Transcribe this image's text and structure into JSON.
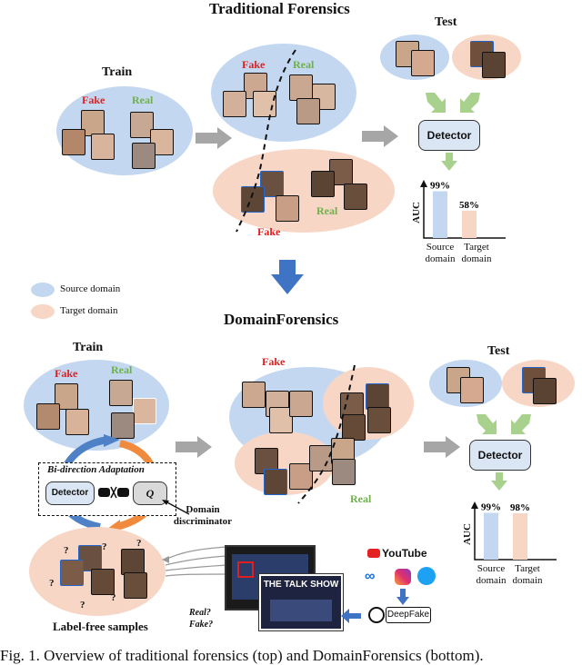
{
  "top": {
    "title": "Traditional Forensics",
    "train_label": "Train",
    "test_label": "Test",
    "fake": "Fake",
    "real": "Real",
    "detector": "Detector",
    "auc_axis": "AUC",
    "bars": [
      {
        "label": "Source domain",
        "value": "99%",
        "fraction": 0.99,
        "color": "#c3d8f0"
      },
      {
        "label": "Target domain",
        "value": "58%",
        "fraction": 0.58,
        "color": "#f7d6c6"
      }
    ]
  },
  "legend": {
    "source": "Source domain",
    "target": "Target domain",
    "source_color": "#c3d8f0",
    "target_color": "#f7d6c6"
  },
  "bottom": {
    "title": "DomainForensics",
    "train_label": "Train",
    "test_label": "Test",
    "fake": "Fake",
    "real": "Real",
    "adaptation": "Bi-direction Adaptation",
    "detector": "Detector",
    "discriminator_symbol": "Q",
    "discriminator_label": "Domain discriminator",
    "label_free": "Label-free samples",
    "unknown_mark": "?",
    "real_q": "Real?",
    "fake_q": "Fake?",
    "talk_show": "THE TALK SHOW",
    "youtube": "YouTube",
    "search_text": "DeepFake",
    "auc_axis": "AUC",
    "bars": [
      {
        "label": "Source domain",
        "value": "99%",
        "fraction": 0.99,
        "color": "#c3d8f0"
      },
      {
        "label": "Target domain",
        "value": "98%",
        "fraction": 0.98,
        "color": "#f7d6c6"
      }
    ]
  },
  "caption": "Fig. 1.  Overview of traditional forensics (top) and DomainForensics (bottom)."
}
